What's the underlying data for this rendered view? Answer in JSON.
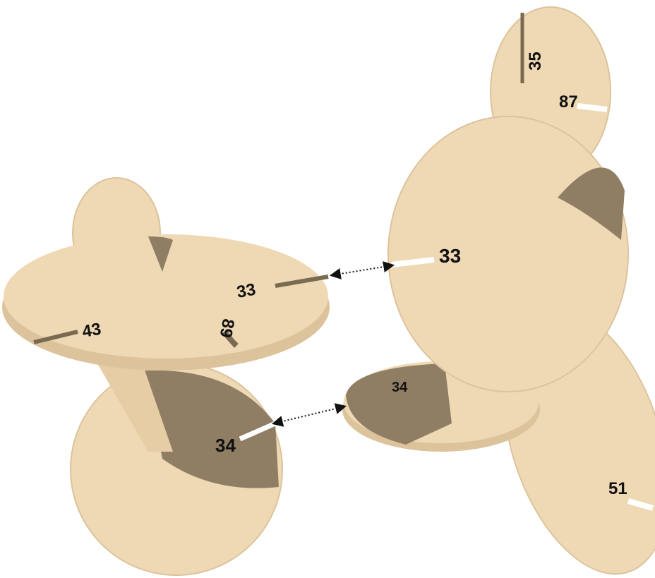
{
  "colors": {
    "wood": "#efd9b4",
    "wood_light": "#f5e6c8",
    "wood_edge": "#dcc39c",
    "shadow": "#8f7e63",
    "slot": "#7a6a52",
    "arrow": "#111111"
  },
  "labels": {
    "left_top_disc_33": "33",
    "left_top_disc_43": "43",
    "left_top_disc_89": "89",
    "left_bottom_disc_34": "34",
    "right_big_disc_33": "33",
    "right_top_disc_35": "35",
    "right_top_disc_87": "87",
    "right_mid_disc_34": "34",
    "right_bottom_disc_51": "51"
  },
  "connectors": [
    {
      "name": "connector-33",
      "style": "dotted double-arrow"
    },
    {
      "name": "connector-34",
      "style": "dotted double-arrow"
    }
  ]
}
